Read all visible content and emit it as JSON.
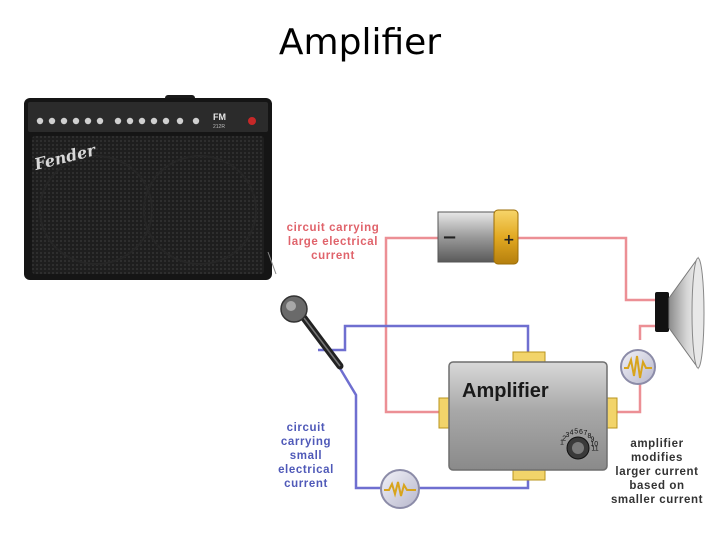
{
  "title": "Amplifier",
  "amp_photo": {
    "brand": "Fender",
    "model": "FM",
    "model_sub": "212R"
  },
  "labels": {
    "large_circuit": [
      "circuit carrying",
      "large electrical",
      "current"
    ],
    "small_circuit": [
      "circuit",
      "carrying",
      "small",
      "electrical",
      "current"
    ],
    "amplifier_note": [
      "amplifier",
      "modifies",
      "larger current",
      "based on",
      "smaller current"
    ]
  },
  "amplifier_box": {
    "label": "Amplifier",
    "dial_numbers": [
      "1",
      "2",
      "3",
      "4",
      "5",
      "6",
      "7",
      "8",
      "9",
      "10",
      "11"
    ]
  },
  "battery": {
    "minus": "−",
    "plus": "+"
  },
  "colors": {
    "large_wire": "#ec8f95",
    "small_wire": "#6f6fd0",
    "label_red": "#e0636b",
    "label_blue": "#4f59b8"
  }
}
